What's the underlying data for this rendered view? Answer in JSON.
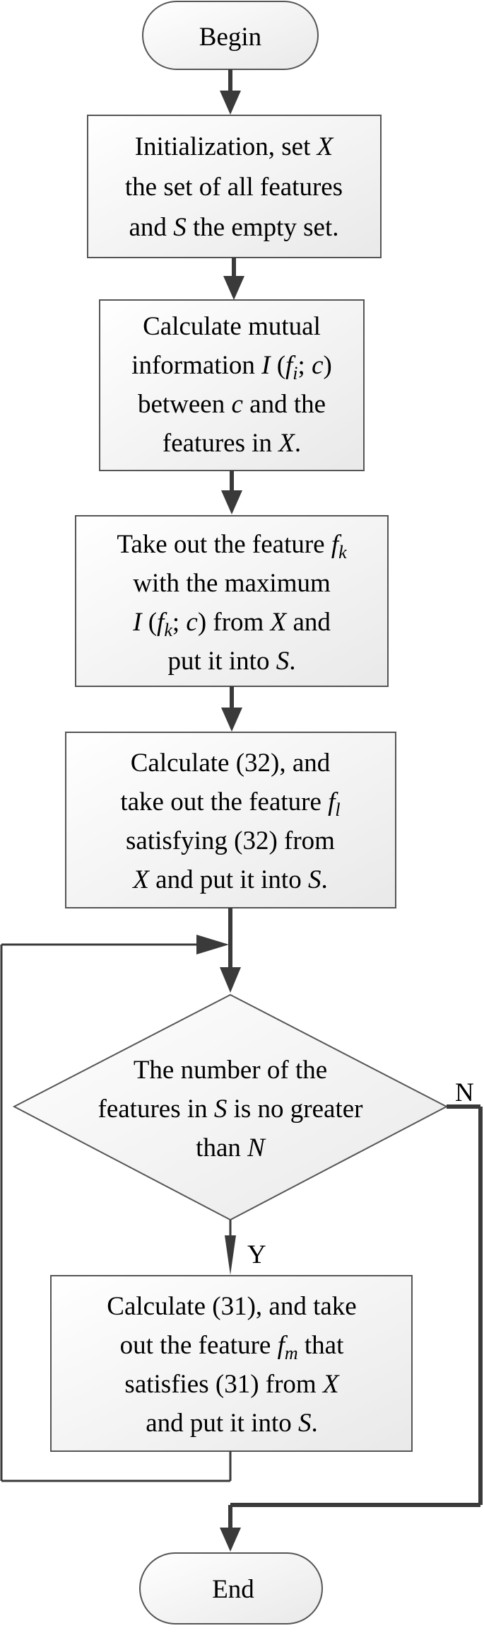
{
  "nodes": {
    "begin": {
      "label": "Begin"
    },
    "init": {
      "lines": [
        [
          {
            "t": "Initialization, set "
          },
          {
            "t": "X",
            "i": true
          }
        ],
        [
          {
            "t": "the set of all features"
          }
        ],
        [
          {
            "t": "and "
          },
          {
            "t": "S",
            "i": true
          },
          {
            "t": " the empty set."
          }
        ]
      ]
    },
    "mutual": {
      "lines": [
        [
          {
            "t": "Calculate mutual"
          }
        ],
        [
          {
            "t": "information "
          },
          {
            "t": "I",
            "i": true
          },
          {
            "t": " ("
          },
          {
            "t": "f",
            "i": true
          },
          {
            "t": "i",
            "i": true,
            "sub": true
          },
          {
            "t": "; "
          },
          {
            "t": "c",
            "i": true
          },
          {
            "t": ")"
          }
        ],
        [
          {
            "t": "between "
          },
          {
            "t": "c",
            "i": true
          },
          {
            "t": " and the"
          }
        ],
        [
          {
            "t": "features in "
          },
          {
            "t": "X",
            "i": true
          },
          {
            "t": "."
          }
        ]
      ]
    },
    "takeout": {
      "lines": [
        [
          {
            "t": "Take out the feature "
          },
          {
            "t": "f",
            "i": true
          },
          {
            "t": "k",
            "i": true,
            "sub": true
          }
        ],
        [
          {
            "t": "with the maximum"
          }
        ],
        [
          {
            "t": "I",
            "i": true
          },
          {
            "t": " ("
          },
          {
            "t": "f",
            "i": true
          },
          {
            "t": "k",
            "i": true,
            "sub": true
          },
          {
            "t": "; "
          },
          {
            "t": "c",
            "i": true
          },
          {
            "t": ") from "
          },
          {
            "t": "X",
            "i": true
          },
          {
            "t": " and"
          }
        ],
        [
          {
            "t": "put it into "
          },
          {
            "t": "S",
            "i": true
          },
          {
            "t": "."
          }
        ]
      ]
    },
    "calc32": {
      "lines": [
        [
          {
            "t": "Calculate (32), and"
          }
        ],
        [
          {
            "t": "take out the feature "
          },
          {
            "t": "f",
            "i": true
          },
          {
            "t": "l",
            "i": true,
            "sub": true
          }
        ],
        [
          {
            "t": "satisfying (32) from"
          }
        ],
        [
          {
            "t": "X",
            "i": true
          },
          {
            "t": " and put it into "
          },
          {
            "t": "S",
            "i": true
          },
          {
            "t": "."
          }
        ]
      ]
    },
    "decision": {
      "lines": [
        [
          {
            "t": "The number of the"
          }
        ],
        [
          {
            "t": "features in "
          },
          {
            "t": "S",
            "i": true
          },
          {
            "t": " is no greater"
          }
        ],
        [
          {
            "t": "than "
          },
          {
            "t": "N",
            "i": true
          }
        ]
      ]
    },
    "calc31": {
      "lines": [
        [
          {
            "t": "Calculate (31), and take"
          }
        ],
        [
          {
            "t": "out the feature "
          },
          {
            "t": "f",
            "i": true
          },
          {
            "t": "m",
            "i": true,
            "sub": true
          },
          {
            "t": "  that"
          }
        ],
        [
          {
            "t": "satisfies (31) from "
          },
          {
            "t": "X",
            "i": true
          }
        ],
        [
          {
            "t": "and put it into "
          },
          {
            "t": "S",
            "i": true
          },
          {
            "t": "."
          }
        ]
      ]
    },
    "end": {
      "label": "End"
    }
  },
  "edge_labels": {
    "no": "N",
    "yes": "Y"
  }
}
